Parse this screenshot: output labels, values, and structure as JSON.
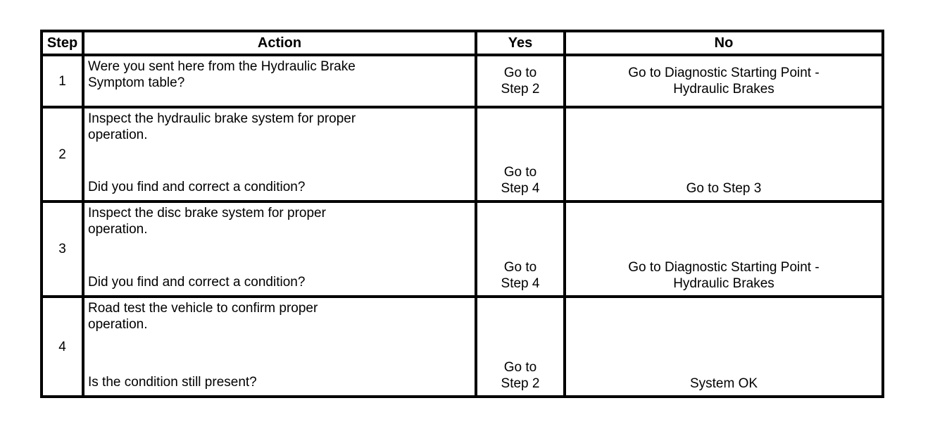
{
  "table": {
    "headers": {
      "step": "Step",
      "action": "Action",
      "yes": "Yes",
      "no": "No"
    },
    "rows": [
      {
        "step": "1",
        "action_main": "Were you sent here from the Hydraulic Brake\nSymptom table?",
        "action_question": "",
        "yes": "Go to\nStep 2",
        "no": "Go to Diagnostic Starting Point -\nHydraulic Brakes"
      },
      {
        "step": "2",
        "action_main": "Inspect the hydraulic brake system for proper\noperation.",
        "action_question": "Did you find and correct a condition?",
        "yes": "Go to\nStep 4",
        "no": "Go to Step 3"
      },
      {
        "step": "3",
        "action_main": "Inspect the disc brake system for proper\noperation.",
        "action_question": "Did you find and correct a condition?",
        "yes": "Go to\nStep 4",
        "no": "Go to Diagnostic Starting Point -\nHydraulic Brakes"
      },
      {
        "step": "4",
        "action_main": "Road test the vehicle to confirm proper\noperation.",
        "action_question": "Is the condition still present?",
        "yes": "Go to\nStep 2",
        "no": "System OK"
      }
    ],
    "colors": {
      "border": "#000000",
      "background": "#ffffff",
      "text": "#000000"
    }
  }
}
